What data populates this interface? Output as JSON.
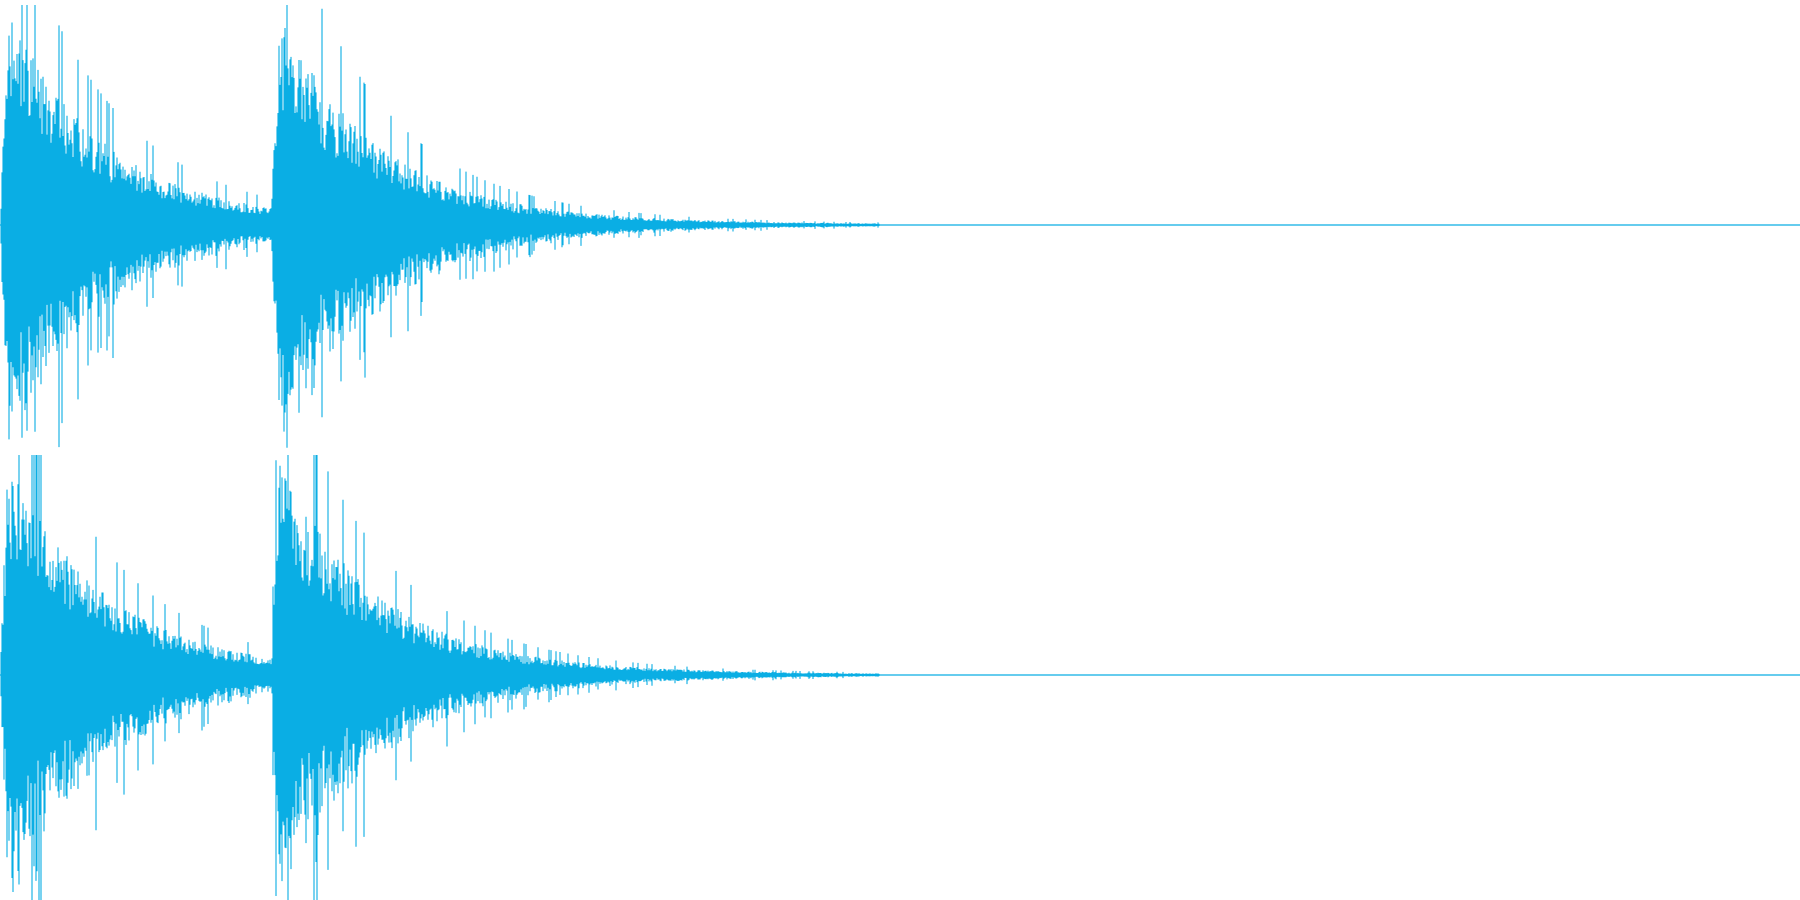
{
  "waveform": {
    "color": "#0aaee4",
    "channels": [
      {
        "name": "",
        "bursts": [
          0.02,
          0.155
        ]
      },
      {
        "name": "",
        "bursts": [
          0.02,
          0.155
        ]
      }
    ]
  }
}
